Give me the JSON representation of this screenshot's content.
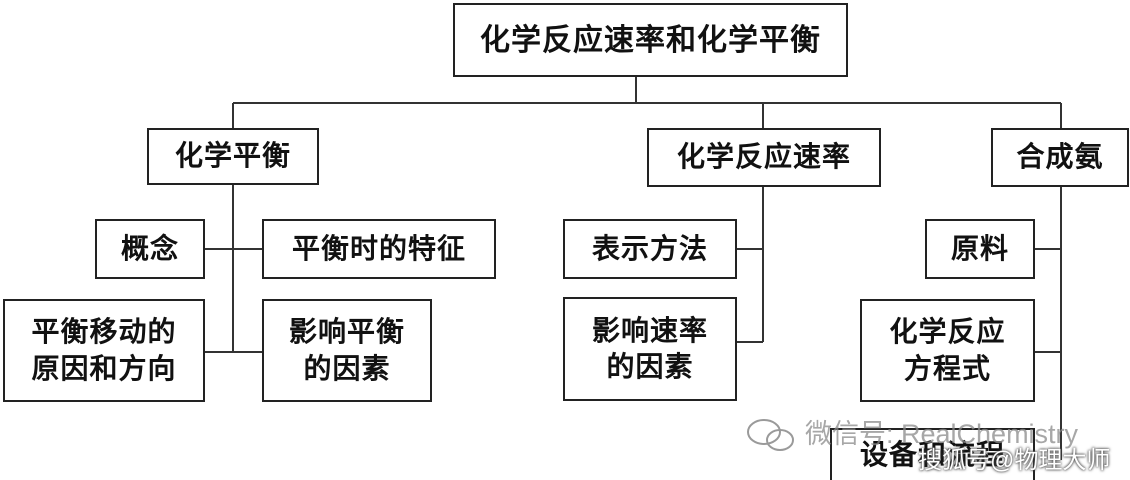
{
  "diagram": {
    "root": "化学反应速率和化学平衡",
    "branches": {
      "equilibrium": "化学平衡",
      "rate": "化学反应速率",
      "ammonia": "合成氨"
    },
    "equilibrium_items": {
      "concept": "概念",
      "features": "平衡时的特征",
      "shift_reason": "平衡移动的\n原因和方向",
      "factors": "影响平衡\n的因素"
    },
    "rate_items": {
      "expression": "表示方法",
      "factors": "影响速率\n的因素"
    },
    "ammonia_items": {
      "raw_materials": "原料",
      "equation": "化学反应\n方程式",
      "equipment": "设备和流程"
    }
  },
  "watermarks": {
    "wechat": "微信号: RealChemistry",
    "sohu": "搜狐号@物理大师"
  }
}
